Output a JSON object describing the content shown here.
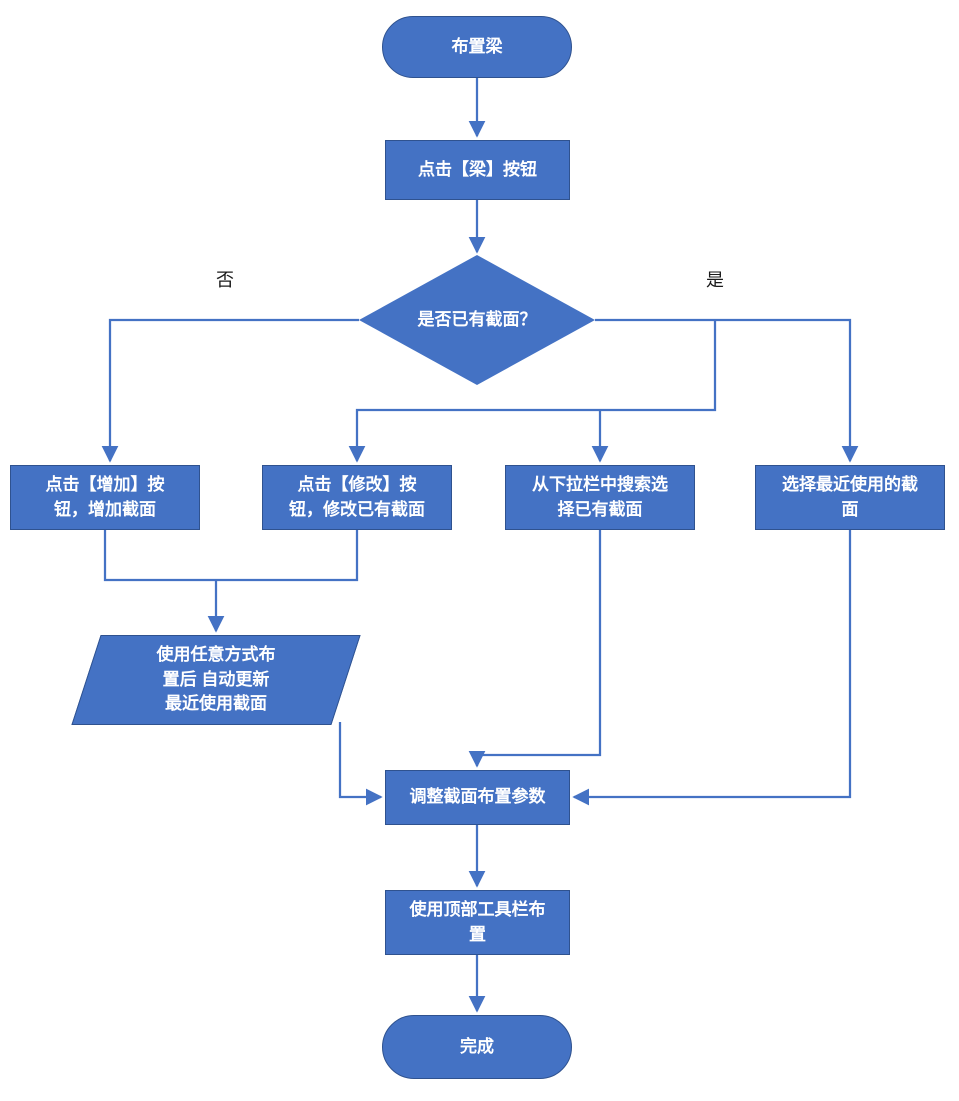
{
  "colors": {
    "shape_fill": "#4472C4",
    "shape_border": "#2F528F",
    "connector": "#4472C4",
    "text": "#FFFFFF",
    "label_text": "#1A1A1A",
    "background": "#FFFFFF"
  },
  "nodes": {
    "start": {
      "label": "布置梁"
    },
    "click_beam": {
      "label": "点击【梁】按钮"
    },
    "decision": {
      "label": "是否已有截面？"
    },
    "add_section": {
      "label": "点击【增加】按\n钮，增加截面"
    },
    "modify_section": {
      "label": "点击【修改】按\n钮，修改已有截面"
    },
    "search_section": {
      "label": "从下拉栏中搜索选\n择已有截面"
    },
    "recent_section": {
      "label": "选择最近使用的截\n面"
    },
    "auto_update": {
      "label": "使用任意方式布\n置后 自动更新\n最近使用截面"
    },
    "adjust_params": {
      "label": "调整截面布置参数"
    },
    "toolbar_layout": {
      "label": "使用顶部工具栏布\n置"
    },
    "end": {
      "label": "完成"
    }
  },
  "edge_labels": {
    "no": "否",
    "yes": "是"
  }
}
